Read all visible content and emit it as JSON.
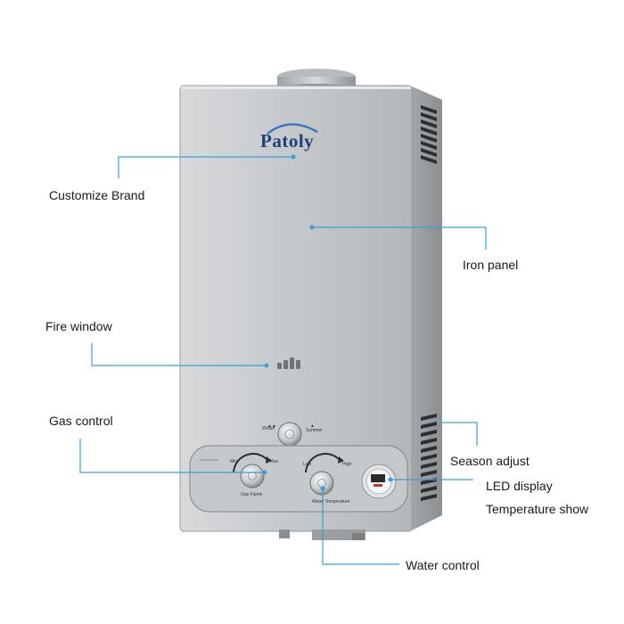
{
  "product": {
    "brand": "Patoly"
  },
  "callouts": {
    "customize_brand": "Customize Brand",
    "iron_panel": "Iron panel",
    "fire_window": "Fire window",
    "gas_control": "Gas control",
    "season_adjust": "Season adjust",
    "led_display": "LED display",
    "temperature_show": "Temperature show",
    "water_control": "Water control"
  },
  "panel_labels": {
    "winter": "Winter",
    "summer": "Summer",
    "min": "Min",
    "max": "Max",
    "gas_flame": "Gas Flame",
    "low": "Low",
    "high": "High",
    "water_temperature": "Water Temperature"
  },
  "colors": {
    "callout_line": "#3aa0d8",
    "logo": "#1e3f7a",
    "panel": "#b9bcbf"
  }
}
